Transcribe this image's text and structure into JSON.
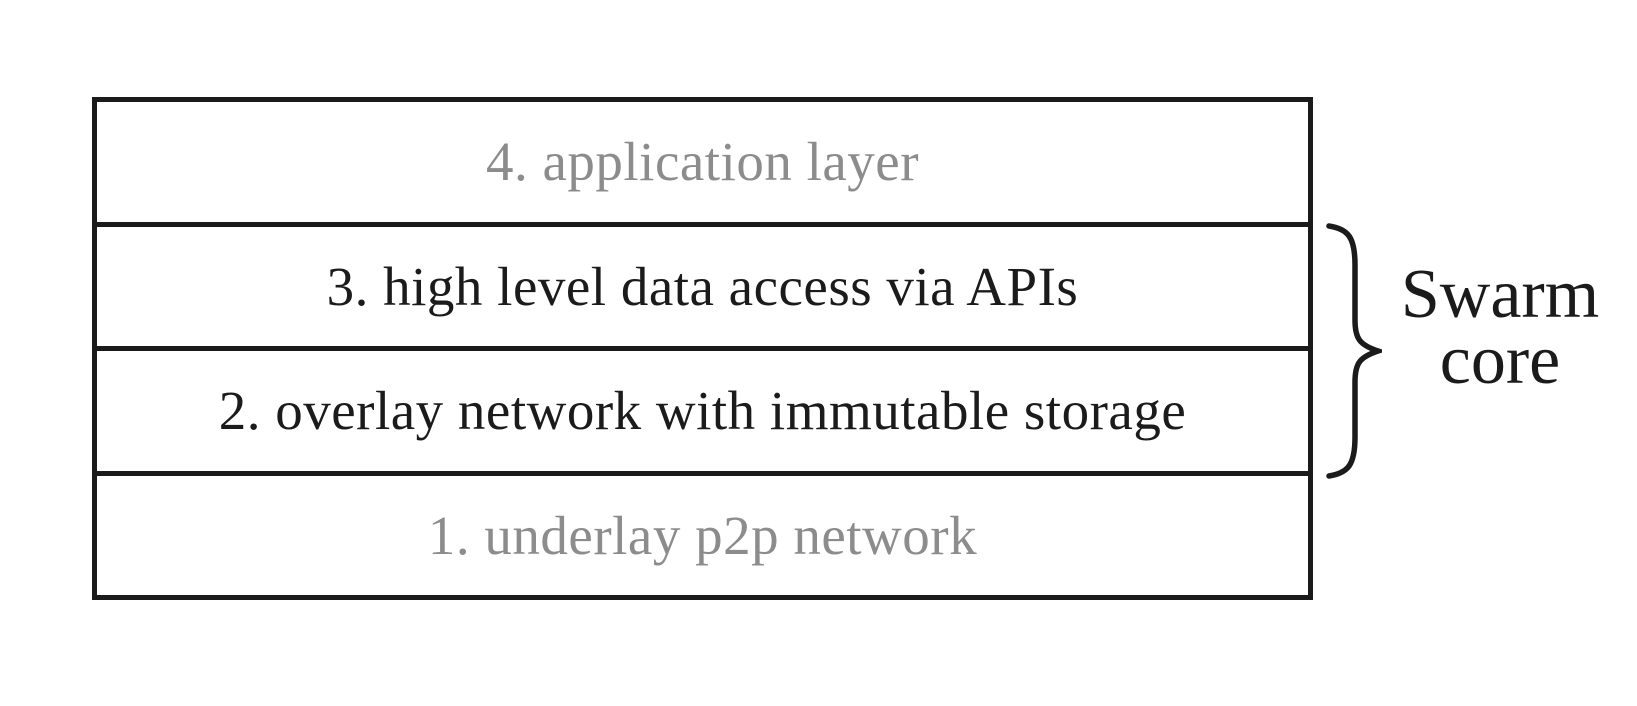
{
  "diagram": {
    "layers": [
      {
        "label": "4. application layer",
        "tone": "muted"
      },
      {
        "label": "3. high level data access via APIs",
        "tone": "strong"
      },
      {
        "label": "2. overlay network with immutable storage",
        "tone": "strong"
      },
      {
        "label": "1. underlay p2p network",
        "tone": "muted"
      }
    ],
    "brace_label": {
      "line1": "Swarm",
      "line2": "core"
    },
    "colors": {
      "muted_text": "#8c8c8c",
      "strong_text": "#1b1b1b",
      "border": "#1b1b1b",
      "background": "#ffffff"
    }
  }
}
